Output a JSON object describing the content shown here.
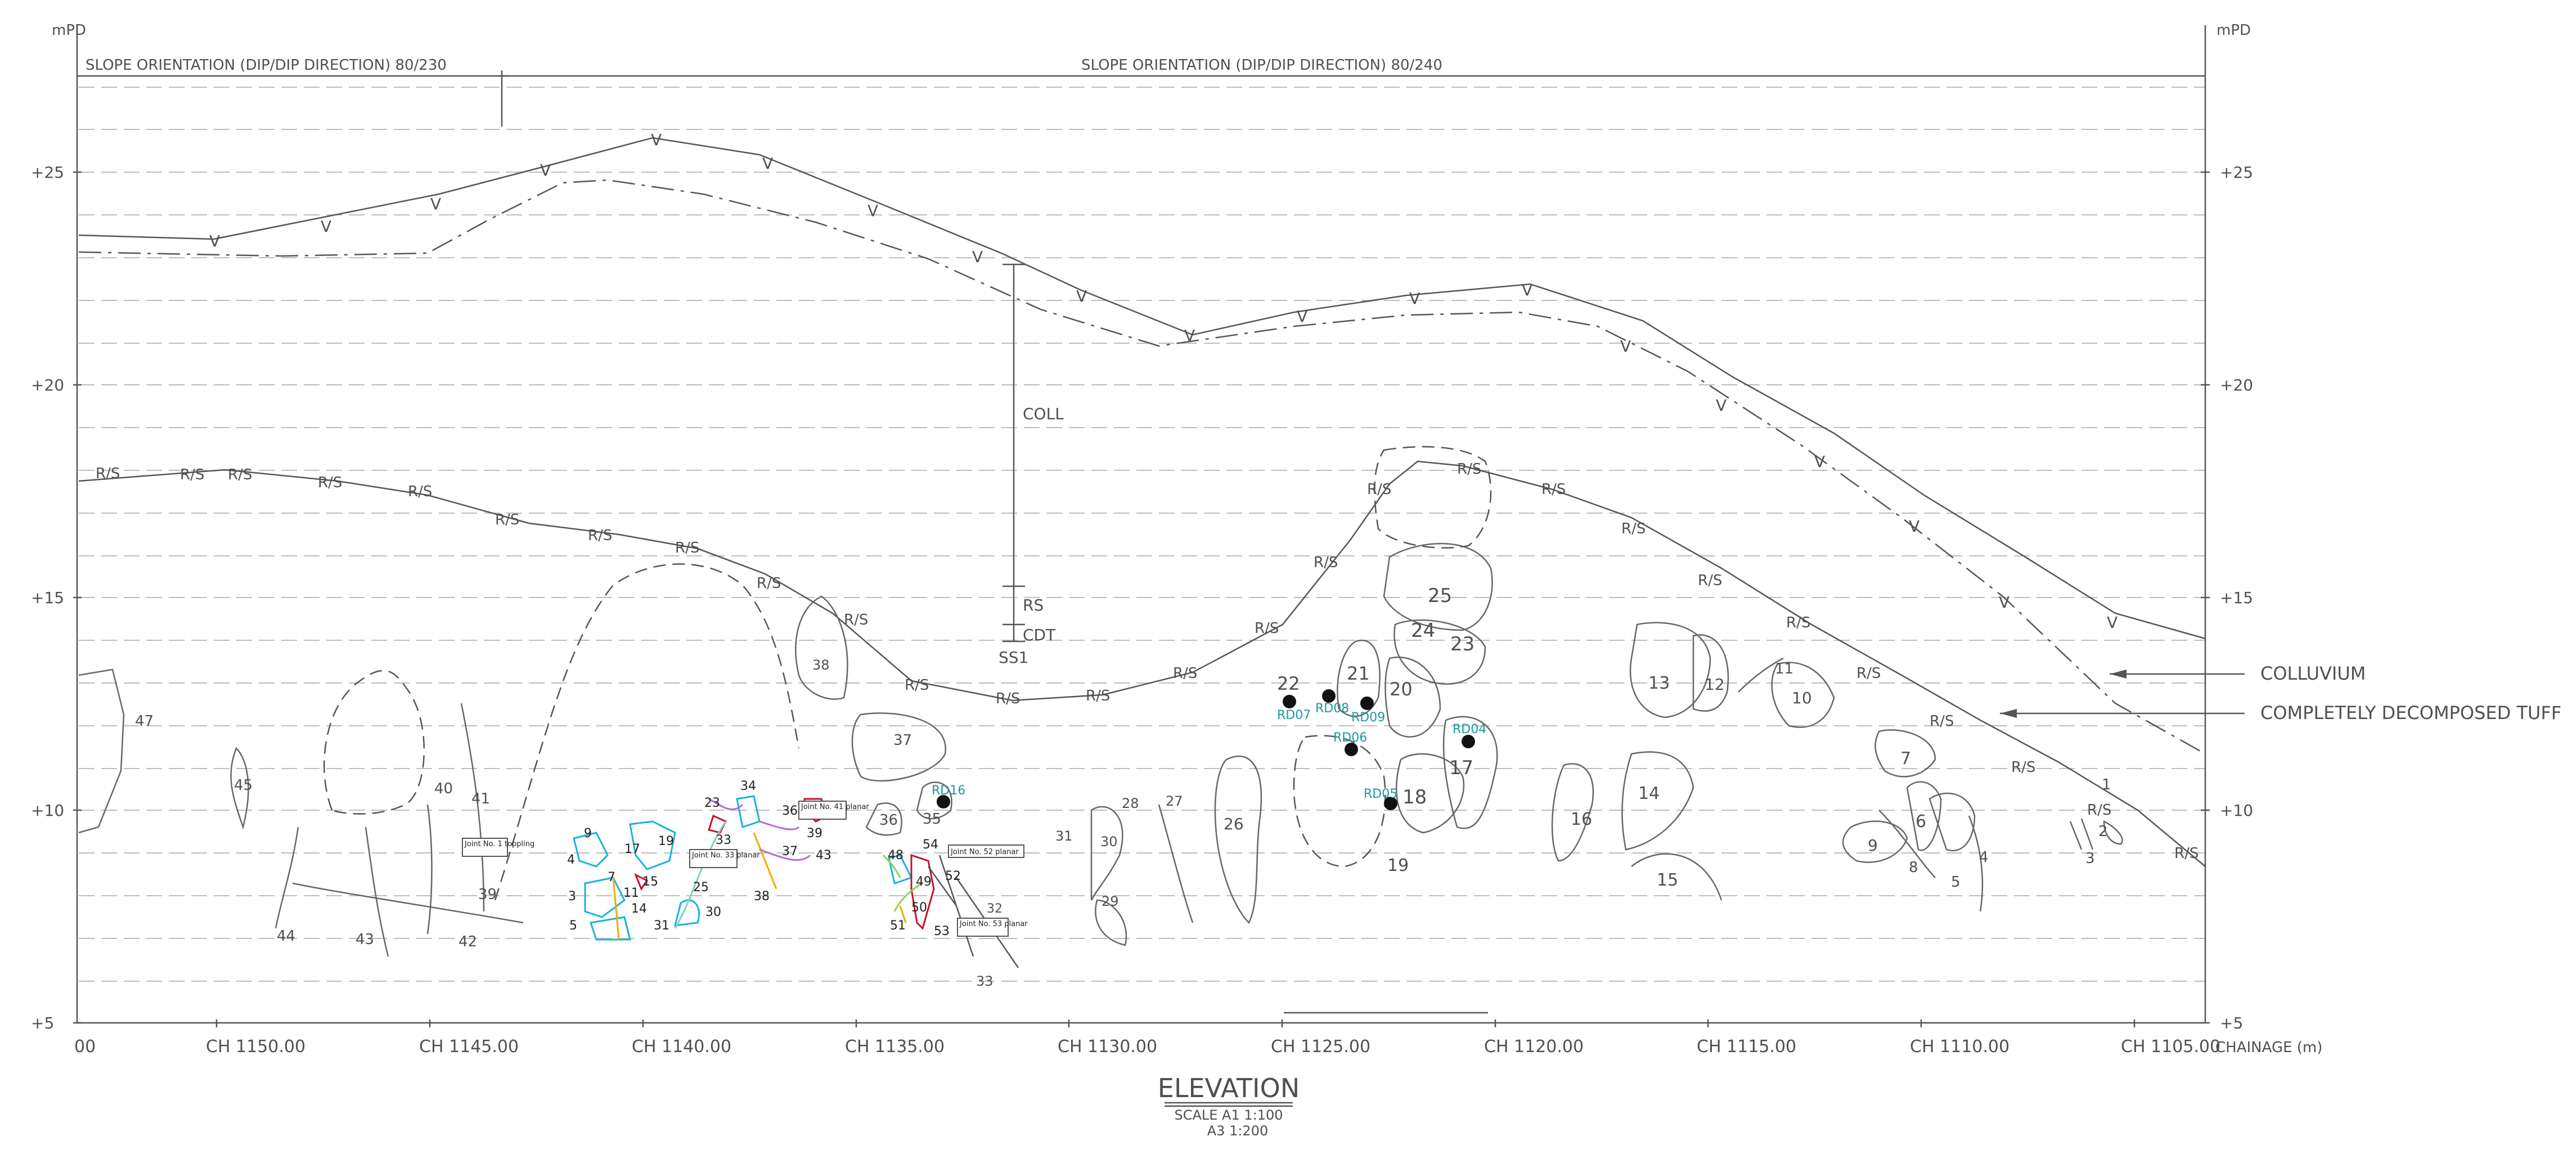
{
  "title": "ELEVATION",
  "scale_lines": [
    "SCALE A1 1:100",
    "A3 1:200"
  ],
  "axis_unit_left": "mPD",
  "axis_unit_right": "mPD",
  "chainage_label": "CHAINAGE (m)",
  "y_ticks": [
    "+25",
    "+20",
    "+15",
    "+10",
    "+5"
  ],
  "x_ticks": [
    "00",
    "CH 1150.00",
    "CH 1145.00",
    "CH 1140.00",
    "CH 1135.00",
    "CH 1130.00",
    "CH 1125.00",
    "CH 1120.00",
    "CH 1115.00",
    "CH 1110.00",
    "CH 1105.00"
  ],
  "slope_orientation_left": "SLOPE ORIENTATION (DIP/DIP DIRECTION) 80/230",
  "slope_orientation_right": "SLOPE ORIENTATION (DIP/DIP DIRECTION) 80/240",
  "callouts": [
    "COLLUVIUM",
    "COMPLETELY DECOMPOSED TUFF"
  ],
  "column_labels": [
    "COLL",
    "RS",
    "CDT",
    "SS1"
  ],
  "boundary_marks": {
    "weathering": "V",
    "rock_soil": "R/S"
  },
  "points": [
    "RD07",
    "RD08",
    "RD09",
    "RD06",
    "RD04",
    "RD05",
    "RD16"
  ],
  "joint_notes": [
    "Joint No. 1 toppling",
    "Joint No. 33 planar",
    "Joint No. 41 planar",
    "Joint No. 52 planar",
    "Joint No. 53 planar"
  ],
  "block_numbers_large": [
    "1",
    "2",
    "3",
    "4",
    "5",
    "6",
    "7",
    "8",
    "9",
    "10",
    "11",
    "12",
    "13",
    "14",
    "15",
    "16",
    "17",
    "18",
    "19",
    "20",
    "21",
    "22",
    "23",
    "24",
    "25",
    "26",
    "27",
    "28",
    "29",
    "30",
    "31",
    "32",
    "33",
    "35",
    "36",
    "37",
    "38",
    "39",
    "40",
    "41",
    "42",
    "43",
    "44",
    "45",
    "47"
  ],
  "block_numbers_small": [
    "3",
    "4",
    "5",
    "7",
    "9",
    "11",
    "14",
    "15",
    "17",
    "19",
    "23",
    "25",
    "30",
    "31",
    "33",
    "34",
    "36",
    "37",
    "38",
    "39",
    "43",
    "48",
    "49",
    "50",
    "51",
    "52",
    "53",
    "54"
  ]
}
